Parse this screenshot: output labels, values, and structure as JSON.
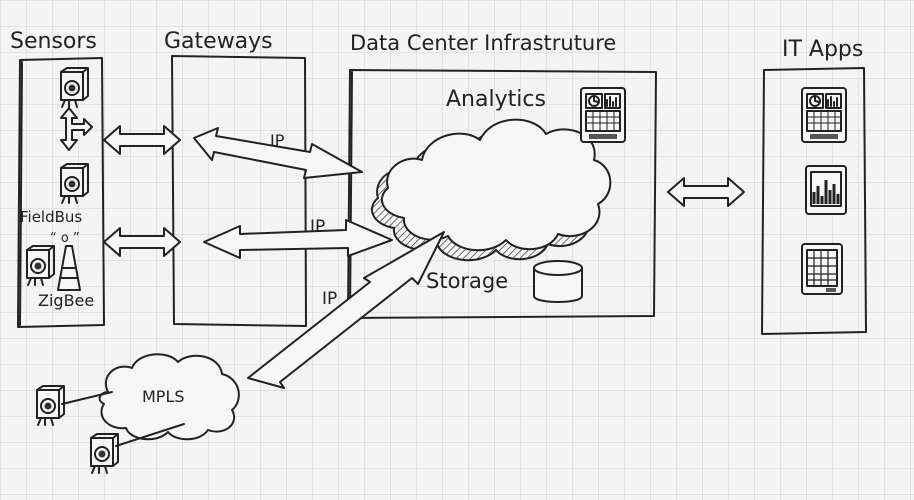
{
  "columns": {
    "sensors": "Sensors",
    "gateways": "Gateways",
    "datacenter": "Data Center Infrastruture",
    "it_apps": "IT Apps"
  },
  "labels": {
    "analytics": "Analytics",
    "storage": "Storage",
    "fieldbus": "FieldBus",
    "zigbee": "ZigBee",
    "signal": "“ o ”",
    "mpls": "MPLS",
    "ip_1": "IP",
    "ip_2": "IP",
    "ip_3": "IP"
  },
  "icons": [
    "sensor-icon",
    "antenna-icon",
    "cloud-icon",
    "database-icon",
    "dashboard-icon",
    "bar-chart-icon",
    "calendar-grid-icon",
    "double-arrow-icon"
  ]
}
